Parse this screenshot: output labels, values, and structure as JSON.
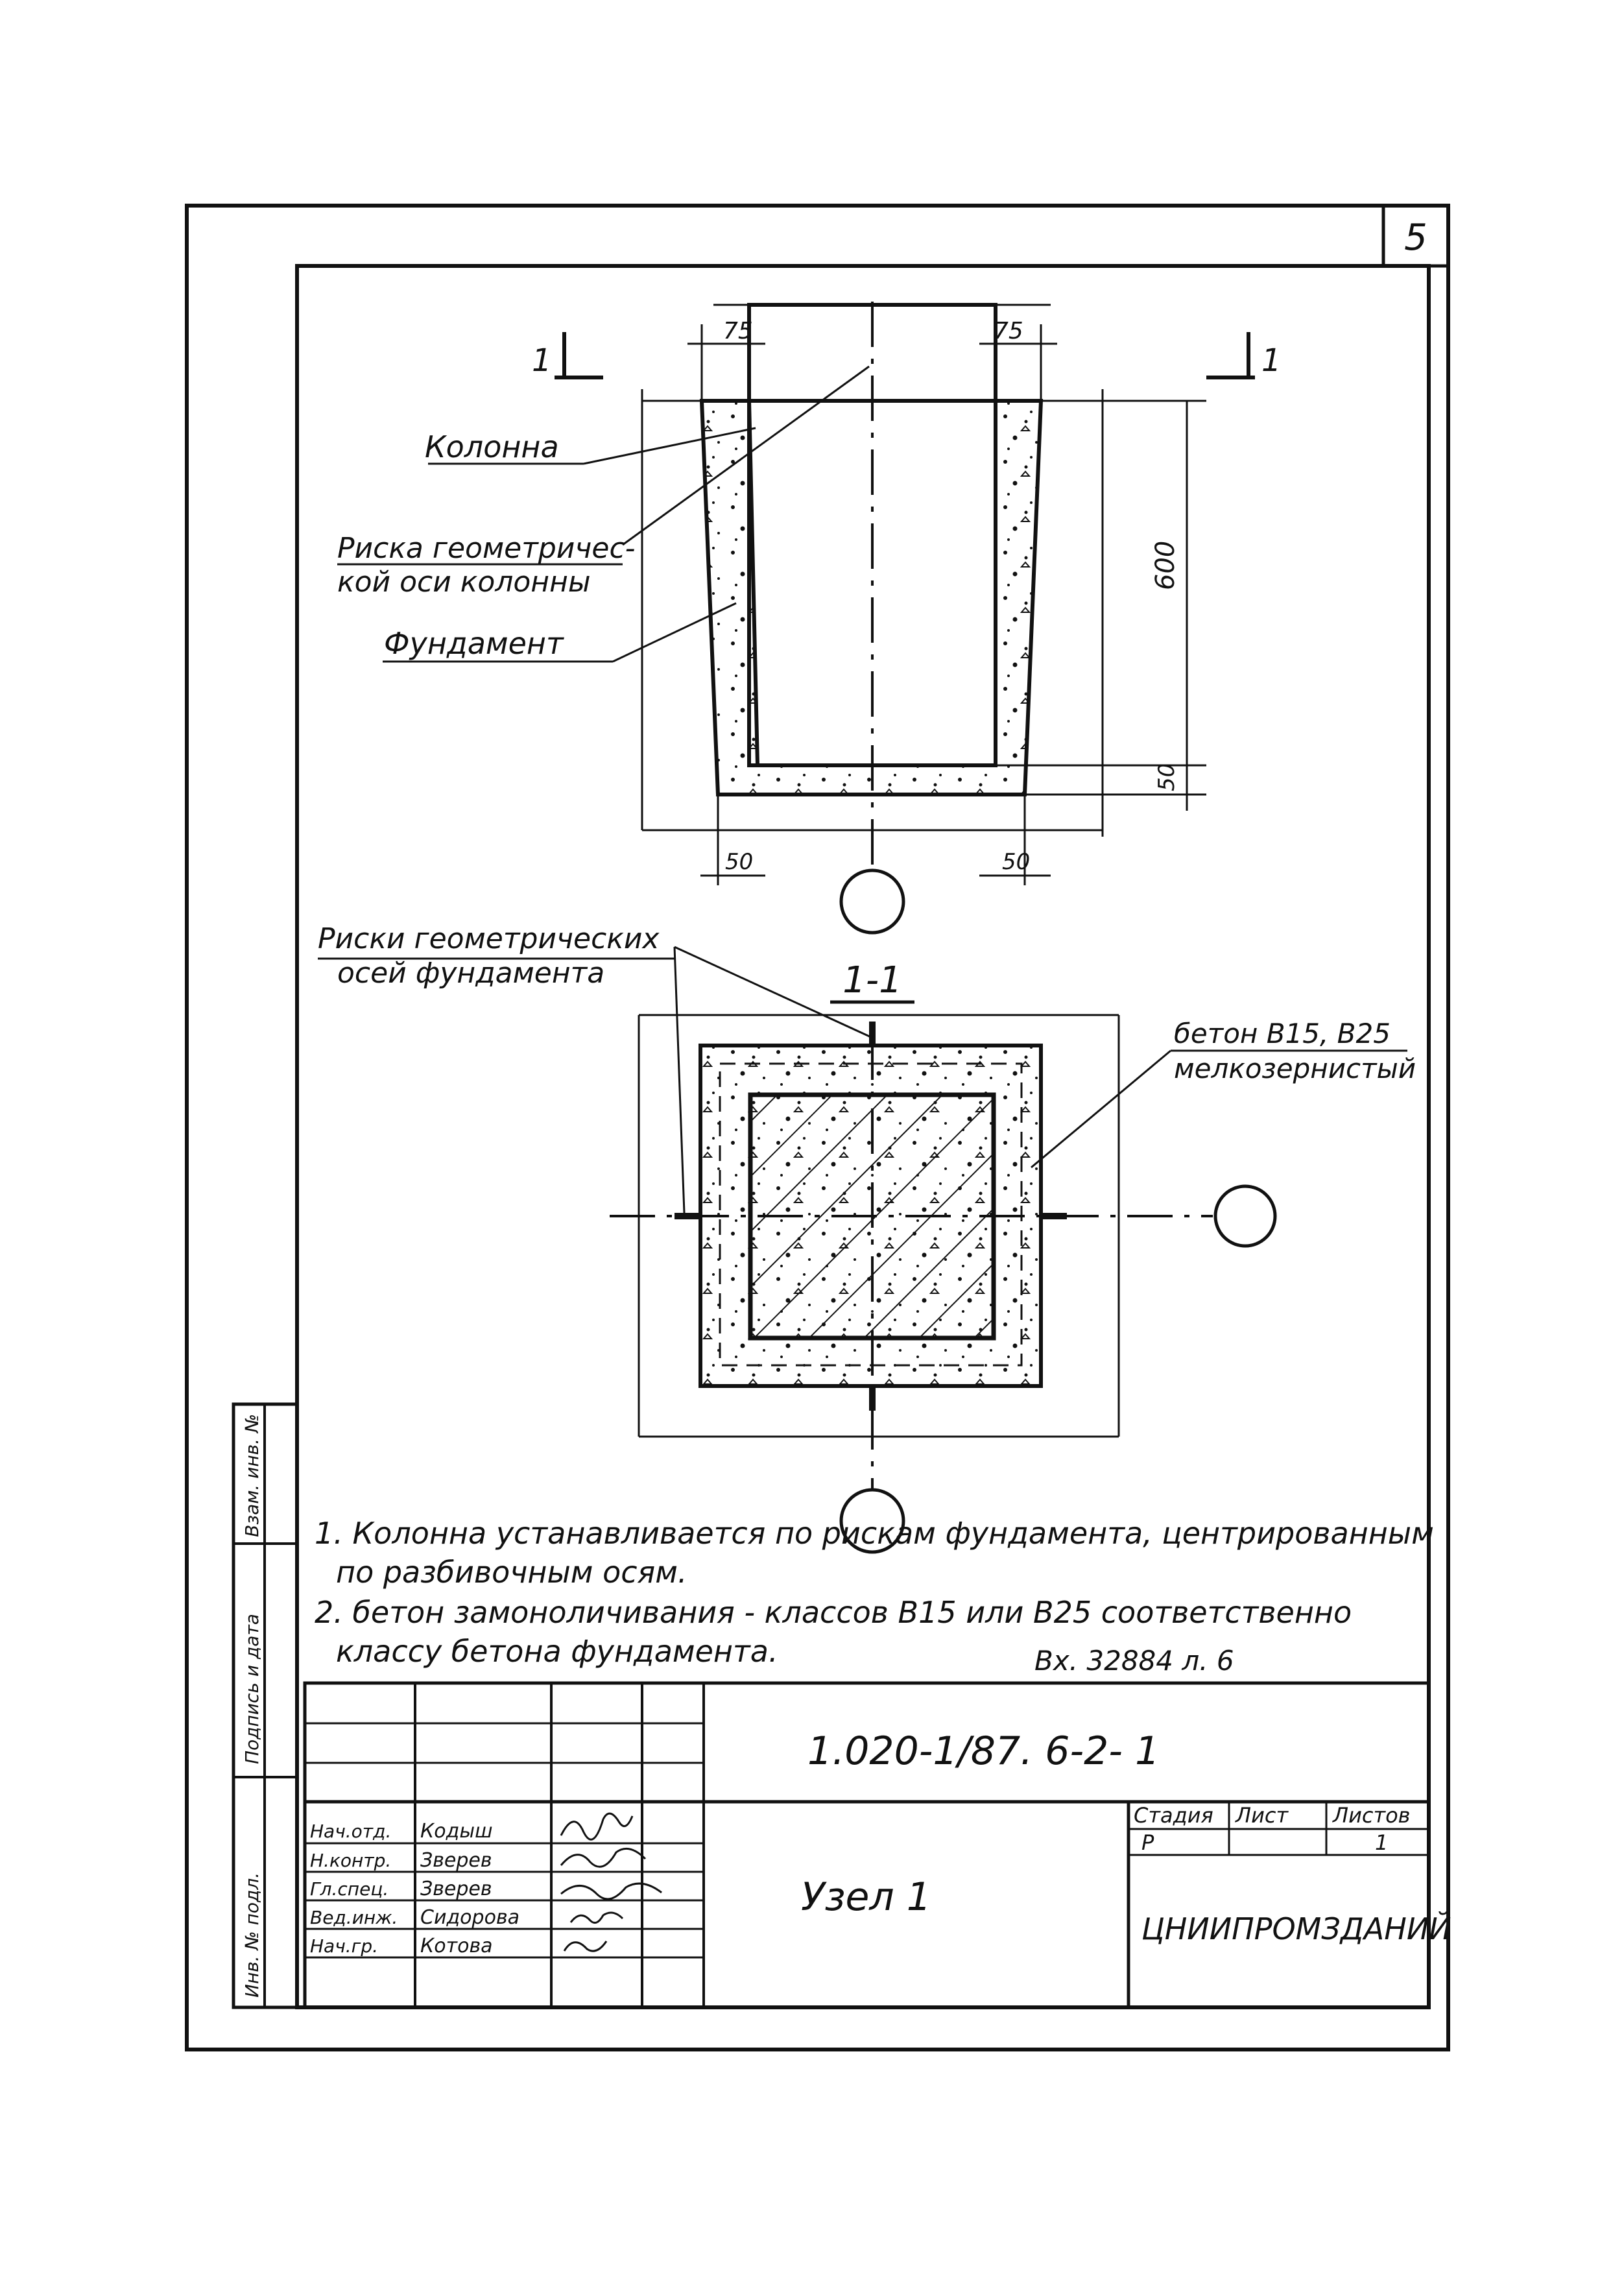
{
  "sheet": {
    "page_number": "5"
  },
  "drawing_top": {
    "cut_marks": [
      "1",
      "1"
    ],
    "dims": {
      "top_left": "75",
      "top_right": "75",
      "height": "600",
      "bottom_gap": "50",
      "bottom_left": "50",
      "bottom_right": "50"
    },
    "labels": {
      "column": "Колонна",
      "axis_mark_line1": "Риска геометричес-",
      "axis_mark_line2": "кой оси колонны",
      "foundation": "Фундамент"
    }
  },
  "drawing_section": {
    "title": "1-1",
    "labels": {
      "axis_marks_line1": "Риски геометрических",
      "axis_marks_line2": "осей фундамента",
      "concrete_line1": "бетон В15, В25",
      "concrete_line2": "мелкозернистый"
    }
  },
  "notes": [
    "1. Колонна устанавливается по рискам фундамента, центрированным",
    "по разбивочным осям.",
    "2. бетон замоноличивания - классов В15 или В25 соответственно",
    "классу бетона фундамента."
  ],
  "ref_note": "Вх. 32884 л. 6",
  "side_stamp": [
    "Взам. инв. №",
    "Подпись и дата",
    "Инв. № подл."
  ],
  "title_block": {
    "doc_code": "1.020-1/87. 6-2- 1",
    "title": "Узел 1",
    "org": "ЦНИИПРОМЗДАНИЙ",
    "stage_header": "Стадия",
    "sheet_header": "Лист",
    "sheets_header": "Листов",
    "stage_value": "Р",
    "sheets_value": "1",
    "signatures": [
      {
        "role": "Нач.отд.",
        "name": "Кодыш"
      },
      {
        "role": "Н.контр.",
        "name": "Зверев"
      },
      {
        "role": "Гл.спец.",
        "name": "Зверев"
      },
      {
        "role": "Вед.инж.",
        "name": "Сидорова"
      },
      {
        "role": "Нач.гр.",
        "name": "Котова"
      }
    ]
  }
}
